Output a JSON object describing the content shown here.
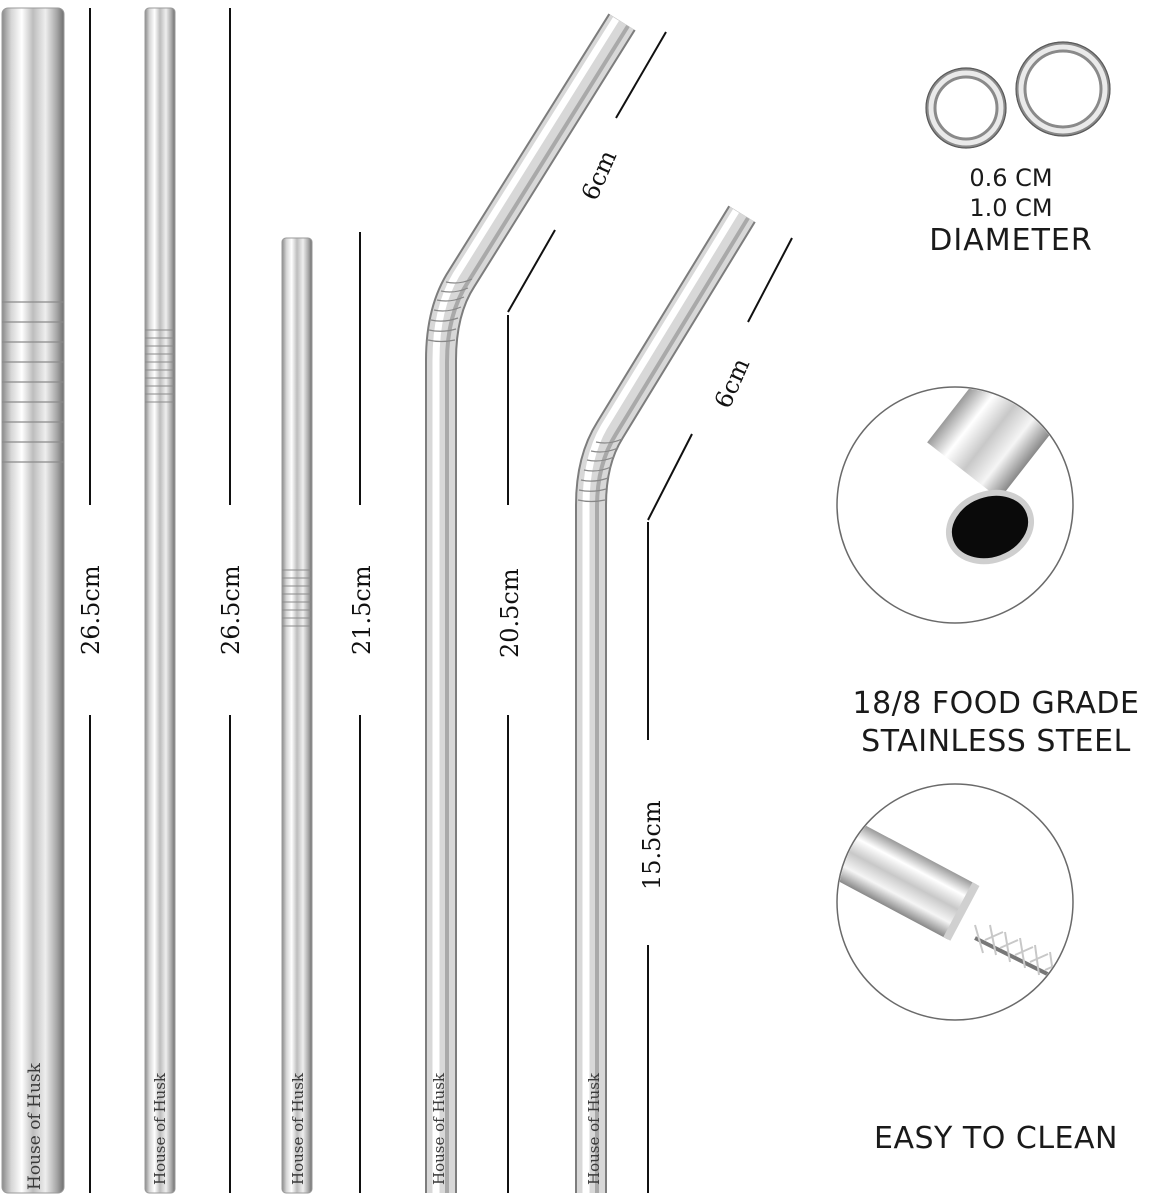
{
  "straws": [
    {
      "id": "straw-1",
      "length_label": "26.5cm",
      "brand": "House of Husk"
    },
    {
      "id": "straw-2",
      "length_label": "26.5cm",
      "brand": "House of Husk"
    },
    {
      "id": "straw-3",
      "length_label": "21.5cm",
      "brand": "House of Husk"
    },
    {
      "id": "straw-4",
      "length_label": "20.5cm",
      "bend_label": "6cm",
      "brand": "House of Husk"
    },
    {
      "id": "straw-5",
      "length_label": "15.5cm",
      "bend_label": "6cm",
      "brand": "House of Husk"
    }
  ],
  "diameter": {
    "small": "0.6 CM",
    "large": "1.0 CM",
    "title": "DIAMETER"
  },
  "features": {
    "material_line1": "18/8 FOOD GRADE",
    "material_line2": "STAINLESS STEEL",
    "cleaning": "EASY TO CLEAN"
  },
  "colors": {
    "background": "#ffffff",
    "steel_light": "#f4f4f4",
    "steel_dark": "#7a7a7a",
    "ink": "#111111"
  }
}
